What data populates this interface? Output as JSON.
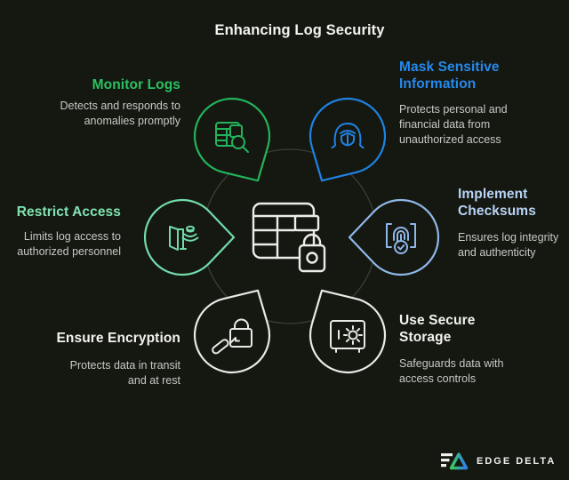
{
  "title": "Enhancing Log Security",
  "colors": {
    "background": "#151810",
    "ring": "#3a3e36",
    "title_text": "#f3f3f1",
    "body_text": "#c7cac6"
  },
  "center": {
    "icon": "log-table-lock-icon",
    "icon_color": "#ececea"
  },
  "nodes": [
    {
      "id": "monitor-logs",
      "heading": "Monitor Logs",
      "description": "Detects and responds to\nanomalies promptly",
      "heading_color": "#2bc162",
      "shape_color": "#23b35c",
      "icon": "log-table-search-icon"
    },
    {
      "id": "mask-sensitive-information",
      "heading": "Mask Sensitive\nInformation",
      "description": "Protects personal and\nfinancial data from\nunauthorized access",
      "heading_color": "#2589ec",
      "shape_color": "#1f82e4",
      "icon": "masked-person-icon"
    },
    {
      "id": "implement-checksums",
      "heading": "Implement\nChecksums",
      "description": "Ensures log integrity\nand authenticity",
      "heading_color": "#b9d3f6",
      "shape_color": "#8fb7e9",
      "icon": "fingerprint-check-icon"
    },
    {
      "id": "use-secure-storage",
      "heading": "Use Secure\nStorage",
      "description": "Safeguards data with\naccess controls",
      "heading_color": "#f2f2ef",
      "shape_color": "#e9e9e6",
      "icon": "safe-vault-icon"
    },
    {
      "id": "ensure-encryption",
      "heading": "Ensure Encryption",
      "description": "Protects data in transit\nand at rest",
      "heading_color": "#f2f2ef",
      "shape_color": "#e9e9e6",
      "icon": "key-lock-icon"
    },
    {
      "id": "restrict-access",
      "heading": "Restrict Access",
      "description": "Limits log access to\nauthorized personnel",
      "heading_color": "#80e2b3",
      "shape_color": "#72dbaa",
      "icon": "door-access-icon"
    }
  ],
  "logo": {
    "text": "EDGE DELTA",
    "gradient_start": "#3ec95b",
    "gradient_end": "#2e7ef0"
  }
}
